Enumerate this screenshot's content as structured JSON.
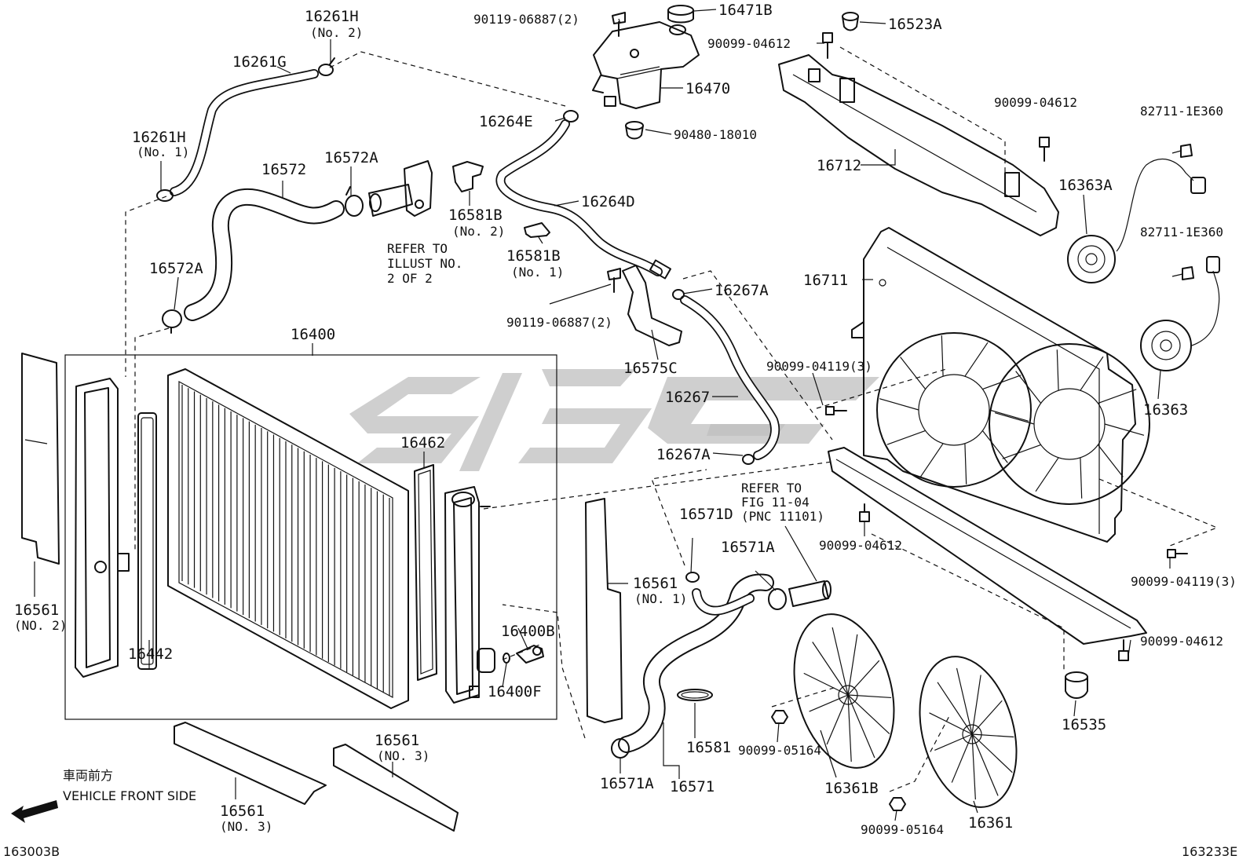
{
  "labels": {
    "p16261H_2": "16261H",
    "p16261H_2_sub": "(No. 2)",
    "p16261G": "16261G",
    "p16261H_1": "16261H",
    "p16261H_1_sub": "(No. 1)",
    "p16572": "16572",
    "p16572A_top": "16572A",
    "p16572A_left": "16572A",
    "refer_illust_1": "REFER TO",
    "refer_illust_2": "ILLUST NO.",
    "refer_illust_3": "2 OF 2",
    "p16581B_2": "16581B",
    "p16581B_2_sub": "(No. 2)",
    "p16581B_1": "16581B",
    "p16581B_1_sub": "(No. 1)",
    "p90119_top": "90119-06887(2)",
    "p16471B": "16471B",
    "p90099_04612_a": "90099-04612",
    "p16470": "16470",
    "p16264E": "16264E",
    "p90480": "90480-18010",
    "p16264D": "16264D",
    "p90119_mid": "90119-06887(2)",
    "p16575C": "16575C",
    "p16267A_top": "16267A",
    "p16267": "16267",
    "p16267A_bot": "16267A",
    "p16523A": "16523A",
    "p90099_04612_b": "90099-04612",
    "p82711_top": "82711-1E360",
    "p16712": "16712",
    "p16363A": "16363A",
    "p82711_mid": "82711-1E360",
    "p16711": "16711",
    "p16363": "16363",
    "p90099_04119_top": "90099-04119(3)",
    "p16400": "16400",
    "p16462": "16462",
    "p16442": "16442",
    "p16400B": "16400B",
    "p16400F": "16400F",
    "p16561_2": "16561",
    "p16561_2_sub": "(NO. 2)",
    "refer_fig_1": "REFER TO",
    "refer_fig_2": "FIG 11-04",
    "refer_fig_3": "(PNC 11101)",
    "p16571D": "16571D",
    "p16571A_top": "16571A",
    "p16561_1": "16561",
    "p16561_1_sub": "(NO. 1)",
    "p90099_04612_c": "90099-04612",
    "p90099_04119_bot": "90099-04119(3)",
    "p90099_04612_d": "90099-04612",
    "p16561_3a": "16561",
    "p16561_3a_sub": "(NO. 3)",
    "p16561_3b": "16561",
    "p16561_3b_sub": "(NO. 3)",
    "p16581": "16581",
    "p90099_05164_a": "90099-05164",
    "p16535": "16535",
    "p16571A_bot": "16571A",
    "p16571": "16571",
    "p16361B": "16361B",
    "p90099_05164_b": "90099-05164",
    "p16361": "16361",
    "front_jp": "車両前方",
    "front_en": "VEHICLE FRONT SIDE",
    "ref_left": "163003B",
    "ref_right": "163233E"
  },
  "colors": {
    "line": "#111111",
    "watermark": "#bfbfbf",
    "background": "#ffffff"
  },
  "icons": {
    "front_arrow": "arrow-left-icon"
  }
}
